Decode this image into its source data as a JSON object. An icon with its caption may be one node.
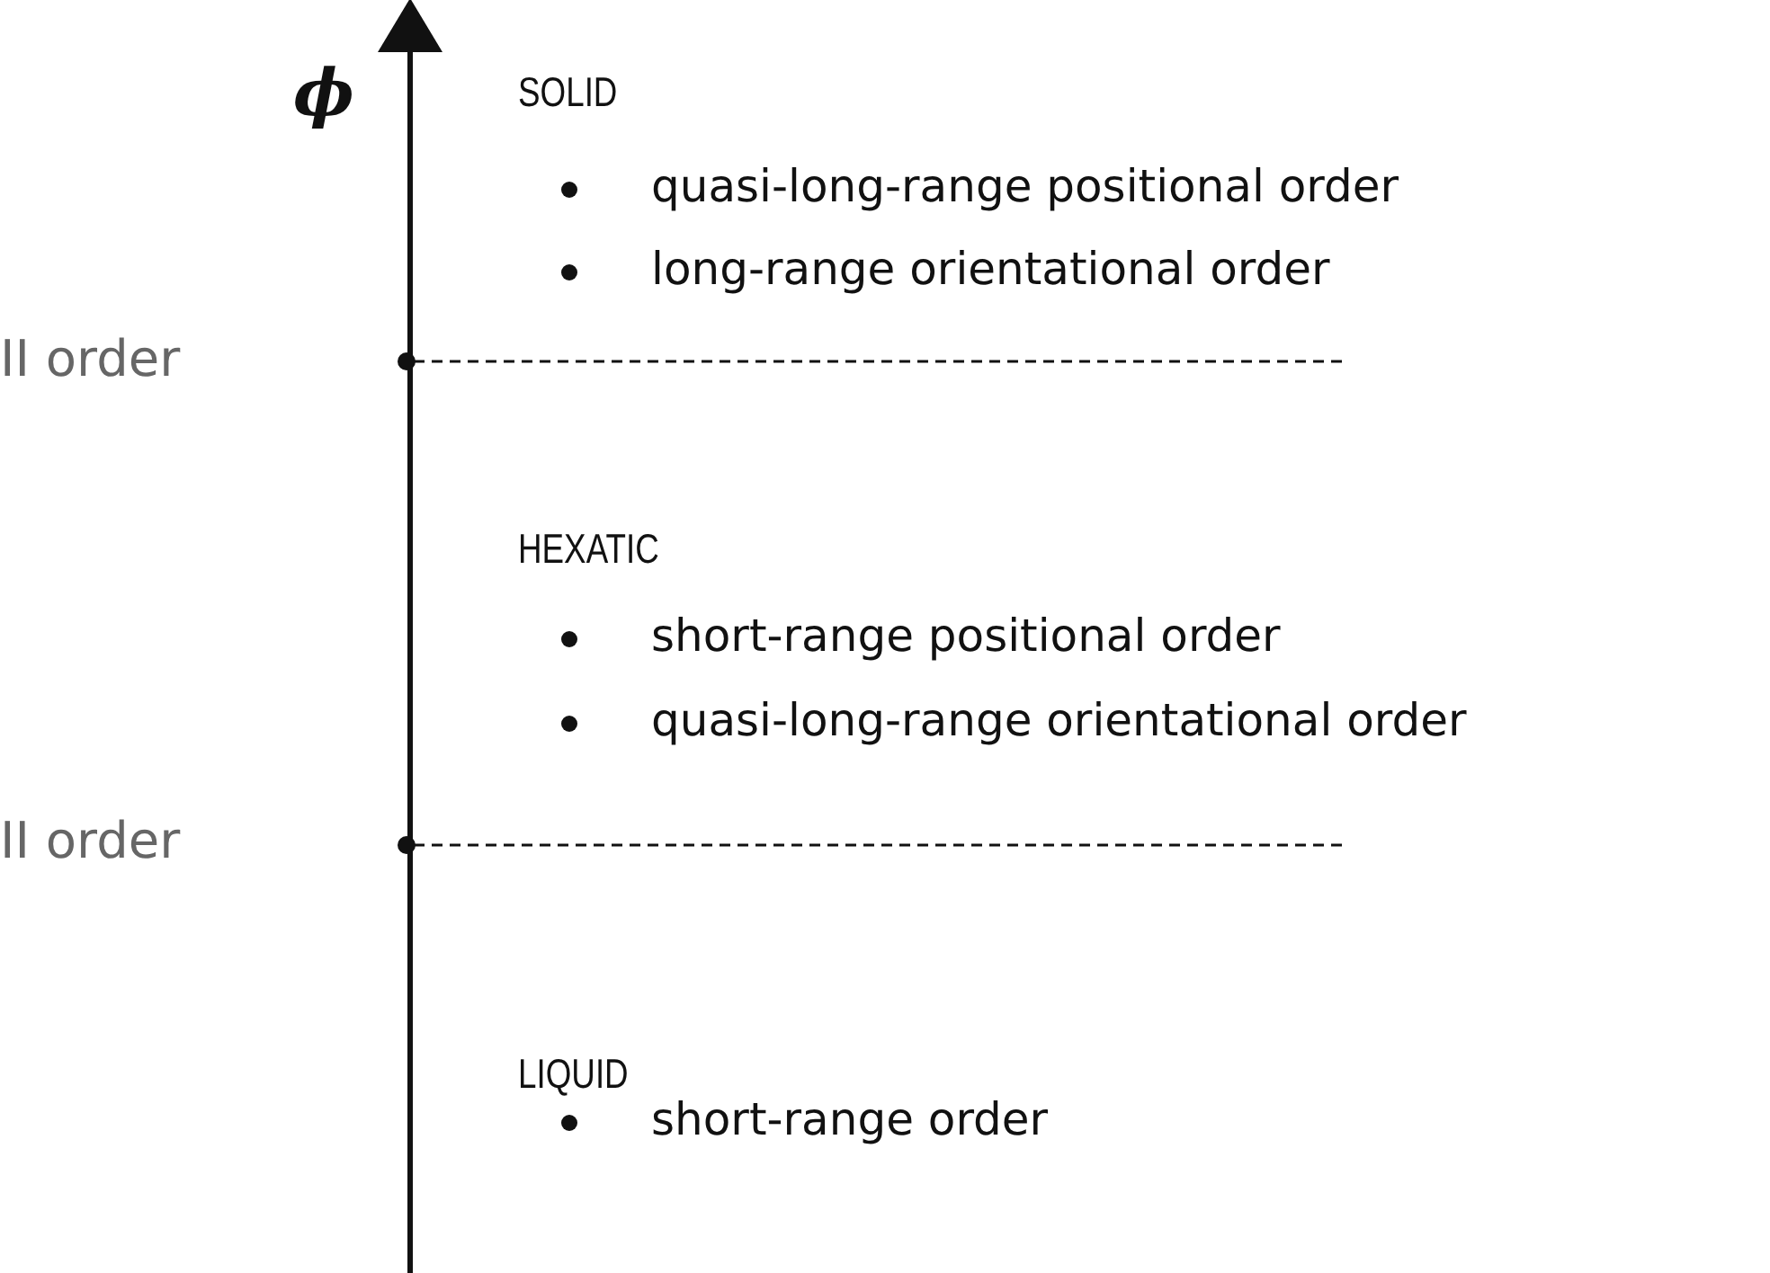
{
  "diagram": {
    "labels": [
      "ϕ",
      "SOLID",
      "quasi-long-range positional order",
      "long-range orientational order",
      "II order",
      "HEXATIC",
      "short-range positional order",
      "quasi-long-range orientational order",
      "II order",
      "LIQUID",
      "short-range order"
    ]
  }
}
